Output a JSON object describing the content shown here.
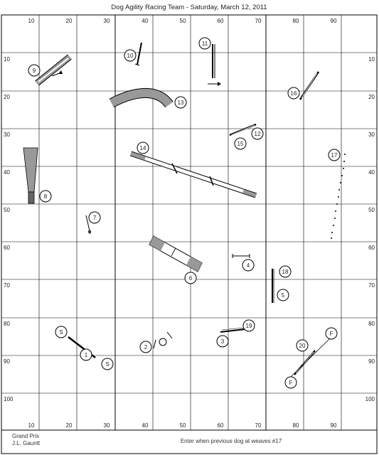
{
  "header": {
    "title": "Dog Agility Racing Team - Saturday, March 12, 2011"
  },
  "grid": {
    "x_ticks": [
      "10",
      "20",
      "30",
      "40",
      "50",
      "60",
      "70",
      "80",
      "90"
    ],
    "y_ticks": [
      "10",
      "20",
      "30",
      "40",
      "50",
      "60",
      "70",
      "80",
      "90",
      "100"
    ]
  },
  "obstacles": [
    {
      "label": "S",
      "kind": "start"
    },
    {
      "label": "S",
      "kind": "start"
    },
    {
      "label": "1",
      "kind": "jump"
    },
    {
      "label": "2",
      "kind": "tire"
    },
    {
      "label": "3",
      "kind": "jump"
    },
    {
      "label": "4",
      "kind": "jump"
    },
    {
      "label": "5",
      "kind": "jump"
    },
    {
      "label": "6",
      "kind": "a-frame"
    },
    {
      "label": "7",
      "kind": "jump"
    },
    {
      "label": "8",
      "kind": "chute"
    },
    {
      "label": "9",
      "kind": "teeter"
    },
    {
      "label": "10",
      "kind": "jump"
    },
    {
      "label": "11",
      "kind": "jump"
    },
    {
      "label": "12",
      "kind": "jump"
    },
    {
      "label": "13",
      "kind": "tunnel"
    },
    {
      "label": "14",
      "kind": "dogwalk"
    },
    {
      "label": "15",
      "kind": "jump"
    },
    {
      "label": "16",
      "kind": "jump"
    },
    {
      "label": "17",
      "kind": "weaves"
    },
    {
      "label": "18",
      "kind": "jump"
    },
    {
      "label": "19",
      "kind": "jump"
    },
    {
      "label": "20",
      "kind": "jump"
    },
    {
      "label": "F",
      "kind": "finish"
    },
    {
      "label": "F",
      "kind": "finish"
    }
  ],
  "footer": {
    "class_name": "Grand Prix",
    "judge": "J.L. Gauntt",
    "note": "Enter when previous dog at weaves #17"
  },
  "colors": {
    "grid": "#000000",
    "obstacle_fill": "#999999",
    "line": "#000000"
  }
}
